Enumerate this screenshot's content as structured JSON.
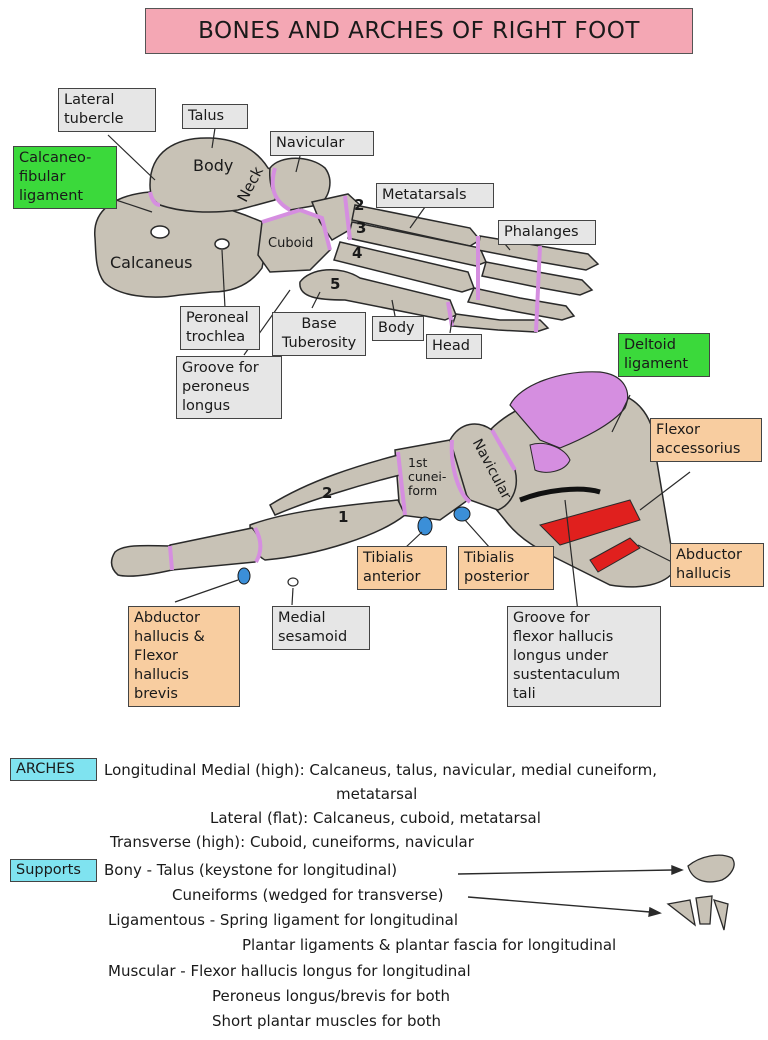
{
  "title": "BONES AND ARCHES OF RIGHT FOOT",
  "lateral_view": {
    "labels": {
      "lateral_tubercle": "Lateral\ntubercle",
      "talus": "Talus",
      "calcaneofibular": "Calcaneo-\nfibular\nligament",
      "navicular": "Navicular",
      "metatarsals": "Metatarsals",
      "phalanges": "Phalanges",
      "peroneal_trochlea": "Peroneal\ntrochlea",
      "base_tuberosity": "Base\nTuberosity",
      "body": "Body",
      "head": "Head",
      "groove_peroneus": "Groove for\nperoneus\nlongus"
    },
    "inline": {
      "body": "Body",
      "neck": "Neck",
      "calcaneus": "Calcaneus",
      "cuboid": "Cuboid"
    },
    "numbers": [
      "2",
      "3",
      "4",
      "5"
    ]
  },
  "medial_view": {
    "labels": {
      "deltoid": "Deltoid\nligament",
      "flexor_accessorius": "Flexor\naccessorius",
      "abductor_hallucis": "Abductor\nhallucis",
      "tibialis_anterior": "Tibialis\nanterior",
      "tibialis_posterior": "Tibialis\nposterior",
      "abductor_flexor": "Abductor\nhallucis &\nFlexor\nhallucis\nbrevis",
      "medial_sesamoid": "Medial\nsesamoid",
      "groove_fhl": "Groove for\nflexor hallucis\nlongus under\nsustentaculum\ntali"
    },
    "inline": {
      "cuneiform": "1st\ncunei-\nform",
      "navicular": "Navicular"
    },
    "numbers": [
      "1",
      "2"
    ]
  },
  "arches_badge": "ARCHES",
  "supports_badge": "Supports",
  "text_lines": [
    "Longitudinal Medial (high): Calcaneus, talus, navicular, medial cuneiform,",
    "metatarsal",
    "Lateral (flat): Calcaneus, cuboid, metatarsal",
    "Transverse (high): Cuboid, cuneiforms, navicular",
    "Bony - Talus (keystone for longitudinal)",
    "Cuneiforms (wedged for transverse)",
    "Ligamentous - Spring ligament for longitudinal",
    "Plantar ligaments & plantar fascia for longitudinal",
    "Muscular - Flexor hallucis longus for longitudinal",
    "Peroneus longus/brevis for both",
    "Short plantar muscles for both"
  ],
  "colors": {
    "bone": "#c8c2b6",
    "bone_outline": "#2a2a2a",
    "joint": "#d58ee0",
    "muscle_red": "#e0201e",
    "tendon_blue": "#3b8fd8"
  }
}
